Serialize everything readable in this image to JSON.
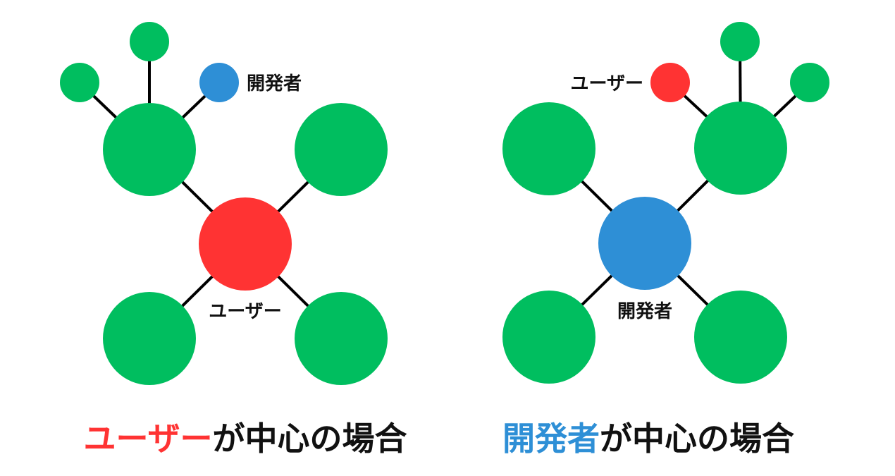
{
  "colors": {
    "green": "#00BE5F",
    "red": "#FF3333",
    "blue": "#2E8FD6",
    "text": "#111111"
  },
  "left": {
    "center_label": "ユーザー",
    "leaf_label": "開発者",
    "caption_highlight": "ユーザー",
    "caption_rest": "が中心の場合"
  },
  "right": {
    "center_label": "開発者",
    "leaf_label": "ユーザー",
    "caption_highlight": "開発者",
    "caption_rest": "が中心の場合"
  }
}
